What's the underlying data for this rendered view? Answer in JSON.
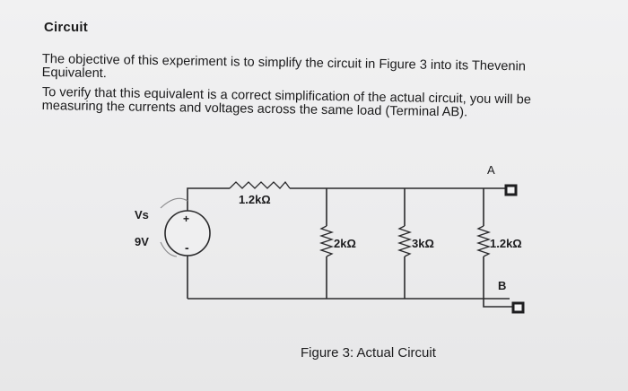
{
  "document": {
    "heading": "Circuit",
    "paragraph1_line1": "The objective of this experiment is to simplify the circuit in Figure 3 into its Thevenin",
    "paragraph1_line2": "Equivalent.",
    "paragraph2_line1": "To verify that this equivalent is a correct simplification of the actual circuit, you will be",
    "paragraph2_line2": "measuring the currents and voltages across the same load (Terminal AB)."
  },
  "figure": {
    "source_name": "Vs",
    "source_value": "9V",
    "source_plus": "+",
    "source_minus": "-",
    "series_resistor": "1.2kΩ",
    "resistor_2k": "2kΩ",
    "resistor_3k": "3kΩ",
    "load_resistor": "1.2kΩ",
    "terminal_a": "A",
    "terminal_b": "B",
    "caption": "Figure 3: Actual Circuit"
  }
}
